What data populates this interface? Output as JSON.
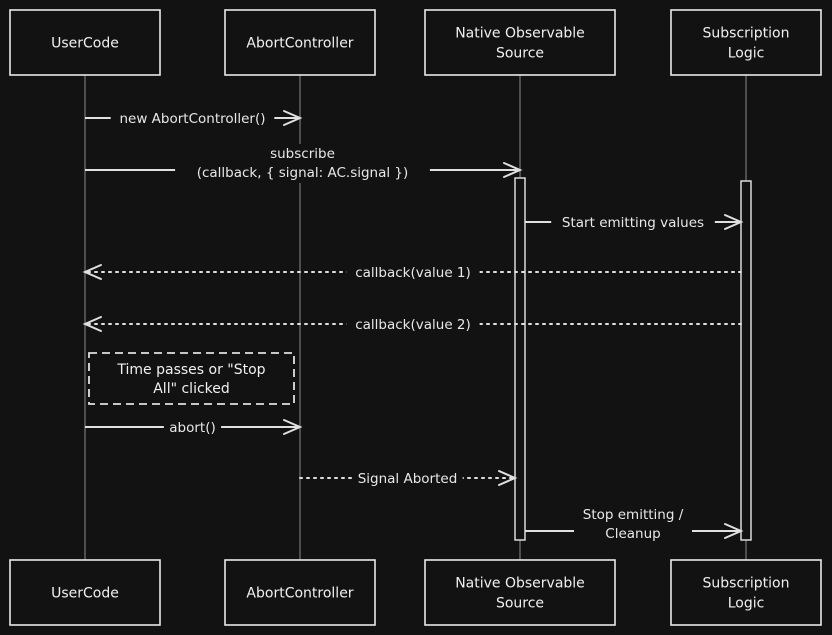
{
  "actors": [
    {
      "id": "user",
      "lines": [
        "UserCode"
      ]
    },
    {
      "id": "abort",
      "lines": [
        "AbortController"
      ]
    },
    {
      "id": "native",
      "lines": [
        "Native Observable",
        "Source"
      ]
    },
    {
      "id": "logic",
      "lines": [
        "Subscription",
        "Logic"
      ]
    }
  ],
  "messages": [
    {
      "from": "user",
      "to": "abort",
      "style": "solid",
      "lines": [
        "new AbortController()"
      ]
    },
    {
      "from": "user",
      "to": "native",
      "style": "solid",
      "lines": [
        "subscribe",
        "(callback, { signal: AC.signal })"
      ]
    },
    {
      "from": "native",
      "to": "logic",
      "style": "solid",
      "lines": [
        "Start emitting values"
      ]
    },
    {
      "from": "logic",
      "to": "user",
      "style": "dotted",
      "lines": [
        "callback(value 1)"
      ]
    },
    {
      "from": "logic",
      "to": "user",
      "style": "dotted",
      "lines": [
        "callback(value 2)"
      ]
    },
    {
      "from": "user",
      "to": "abort",
      "style": "solid",
      "lines": [
        "abort()"
      ]
    },
    {
      "from": "abort",
      "to": "native",
      "style": "dotted",
      "lines": [
        "Signal Aborted"
      ]
    },
    {
      "from": "native",
      "to": "logic",
      "style": "solid",
      "lines": [
        "Stop emitting /",
        "Cleanup"
      ]
    }
  ],
  "note": {
    "lines": [
      "Time passes or \"Stop",
      "All\" clicked"
    ]
  }
}
